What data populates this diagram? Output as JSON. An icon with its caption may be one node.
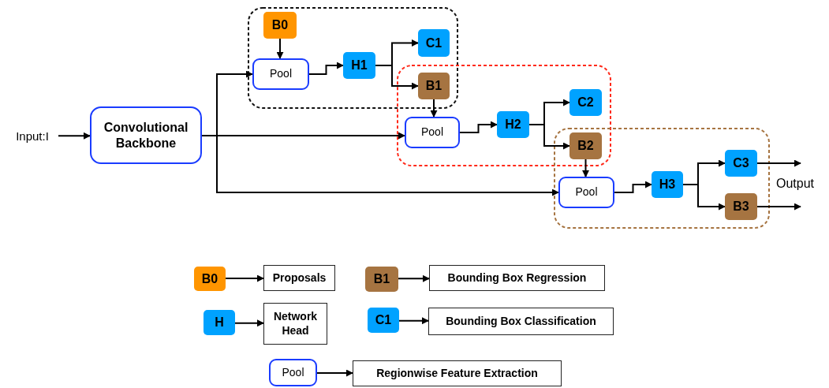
{
  "diagram": {
    "nodes": [
      {
        "text": [
          "Input:I"
        ]
      },
      {
        "text": [
          "Convolutional Backbone"
        ]
      },
      {
        "text": [
          "B0"
        ]
      },
      {
        "text": [
          "Pool"
        ]
      },
      {
        "text": [
          "H1"
        ]
      },
      {
        "text": [
          "C1"
        ]
      },
      {
        "text": [
          "B1"
        ]
      },
      {
        "text": [
          "Pool"
        ]
      },
      {
        "text": [
          "H2"
        ]
      },
      {
        "text": [
          "C2"
        ]
      },
      {
        "text": [
          "B2"
        ]
      },
      {
        "text": [
          "Pool"
        ]
      },
      {
        "text": [
          "H3"
        ]
      },
      {
        "text": [
          "C3"
        ]
      },
      {
        "text": [
          "B3"
        ]
      },
      {
        "text": [
          "B0"
        ]
      },
      {
        "text": [
          "Proposals"
        ]
      },
      {
        "text": [
          "B1"
        ]
      },
      {
        "text": [
          "Bounding Box Regression"
        ]
      },
      {
        "text": [
          "H"
        ]
      },
      {
        "text": [
          "Network Head"
        ]
      },
      {
        "text": [
          "C1"
        ]
      },
      {
        "text": [
          "Bounding Box Classification"
        ]
      },
      {
        "text": [
          "Pool"
        ]
      },
      {
        "text": [
          "Regionwise Feature Extraction"
        ]
      }
    ],
    "edges": [
      {
        "from": 0,
        "to": 1,
        "arrow": "to"
      },
      {
        "from": 1,
        "to": 3,
        "arrow": "to"
      },
      {
        "from": 1,
        "to": 7,
        "arrow": "to"
      },
      {
        "from": 1,
        "to": 11,
        "arrow": "to"
      },
      {
        "from": 2,
        "to": 3,
        "arrow": "to"
      },
      {
        "from": 3,
        "to": 4,
        "arrow": "to"
      },
      {
        "from": 4,
        "to": 5,
        "arrow": "to"
      },
      {
        "from": 4,
        "to": 6,
        "arrow": "to"
      },
      {
        "from": 6,
        "to": 7,
        "arrow": "to"
      },
      {
        "from": 7,
        "to": 8,
        "arrow": "to"
      },
      {
        "from": 8,
        "to": 9,
        "arrow": "to"
      },
      {
        "from": 8,
        "to": 10,
        "arrow": "to"
      },
      {
        "from": 10,
        "to": 11,
        "arrow": "to"
      },
      {
        "from": 11,
        "to": 12,
        "arrow": "to"
      },
      {
        "from": 12,
        "to": 13,
        "arrow": "to"
      },
      {
        "from": 12,
        "to": 14,
        "arrow": "to"
      },
      {
        "from": 13,
        "to": null,
        "arrow": "to"
      },
      {
        "from": 14,
        "to": null,
        "arrow": "to"
      },
      {
        "from": 15,
        "to": 16,
        "arrow": "to"
      },
      {
        "from": 17,
        "to": 18,
        "arrow": "to"
      },
      {
        "from": 19,
        "to": 20,
        "arrow": "to"
      },
      {
        "from": 21,
        "to": 22,
        "arrow": "to"
      },
      {
        "from": 23,
        "to": 24,
        "arrow": "to"
      }
    ],
    "labels": [
      "Output"
    ]
  }
}
